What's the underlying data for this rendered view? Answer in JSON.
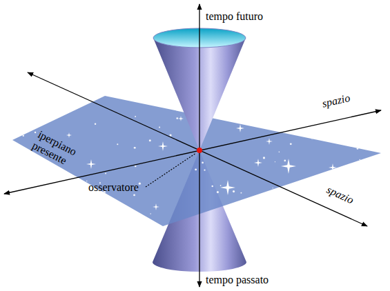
{
  "diagram": {
    "labels": [
      "tempo futuro",
      "iperpiano presente",
      "spazio",
      "spazio",
      "osservatore",
      "tempo passato"
    ]
  }
}
